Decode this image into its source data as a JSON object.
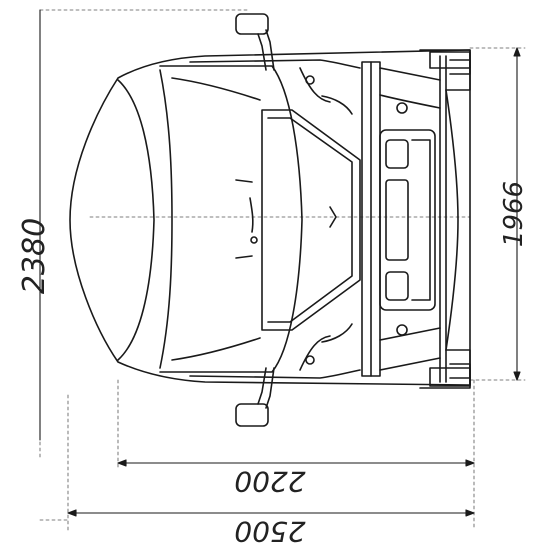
{
  "dimensions": {
    "overall_width": "2500",
    "track_width": "2200",
    "overall_height": "2380",
    "body_height": "1966"
  },
  "colors": {
    "line": "#1a1a1a",
    "dash": "#555555",
    "background": "#ffffff"
  }
}
